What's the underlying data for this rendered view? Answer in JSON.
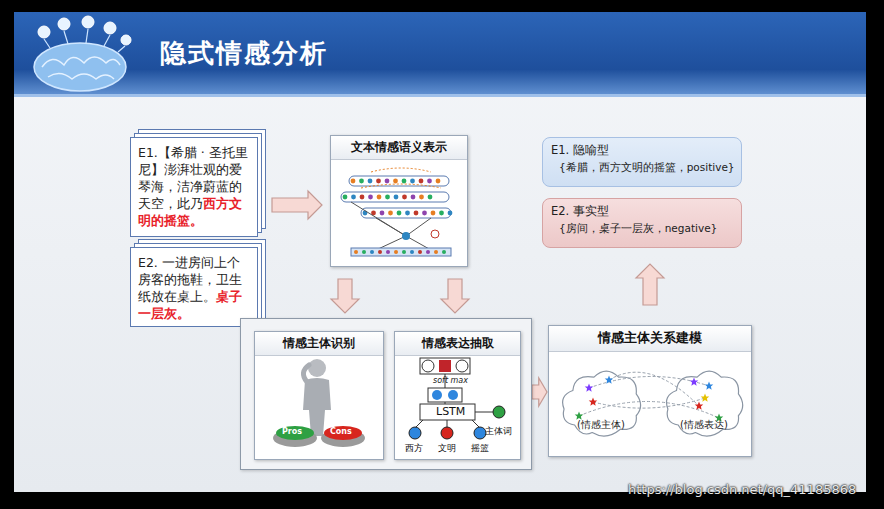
{
  "diagram": {
    "title": "隐式情感分析",
    "nodes": [
      {
        "text": [
          "E1.【希腊 · 圣托里尼】澎湃壮观的爱琴海，洁净蔚蓝的天空，此乃",
          "西方文明的摇篮。"
        ]
      },
      {
        "text": [
          "E2. 一进房间上个房客的拖鞋，卫生纸放在桌上。",
          "桌子一层灰。"
        ]
      },
      {
        "text": [
          "文本情感语义表示"
        ]
      },
      {
        "text": [
          "E1. 隐喻型",
          "{希腊，西方文明的摇篮，positive}"
        ]
      },
      {
        "text": [
          "E2. 事实型",
          "{房间，桌子一层灰，negative}"
        ]
      },
      {
        "text": []
      },
      {
        "text": [
          "情感主体识别"
        ],
        "in": 5
      },
      {
        "text": [
          "情感表达抽取"
        ],
        "in": 5
      },
      {
        "text": [
          "情感主体关系建模"
        ]
      },
      {
        "text": [
          "(情感主体)"
        ],
        "in": 8
      },
      {
        "text": [
          "(情感表达)"
        ],
        "in": 8
      }
    ],
    "edges": [
      {
        "from": 0,
        "to": 2,
        "arrow": "to"
      },
      {
        "from": 2,
        "to": 5,
        "arrow": "to"
      },
      {
        "from": 2,
        "to": 5,
        "arrow": "to"
      },
      {
        "from": 5,
        "to": 8,
        "arrow": "to"
      },
      {
        "from": 8,
        "to": 4,
        "arrow": "to"
      }
    ],
    "labels": [
      "soft max",
      "LSTM",
      "主体词",
      "西方",
      "文明",
      "摇篮",
      "Pros",
      "Cons",
      "https://blog.csdn.net/qq_41185868"
    ]
  }
}
